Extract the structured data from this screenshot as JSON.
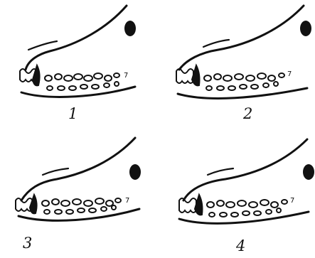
{
  "figure": {
    "panels": [
      {
        "label": "1",
        "tooth_number": "7"
      },
      {
        "label": "2",
        "tooth_number": "7"
      },
      {
        "label": "3",
        "tooth_number": "7"
      },
      {
        "label": "4",
        "tooth_number": "7"
      }
    ]
  }
}
